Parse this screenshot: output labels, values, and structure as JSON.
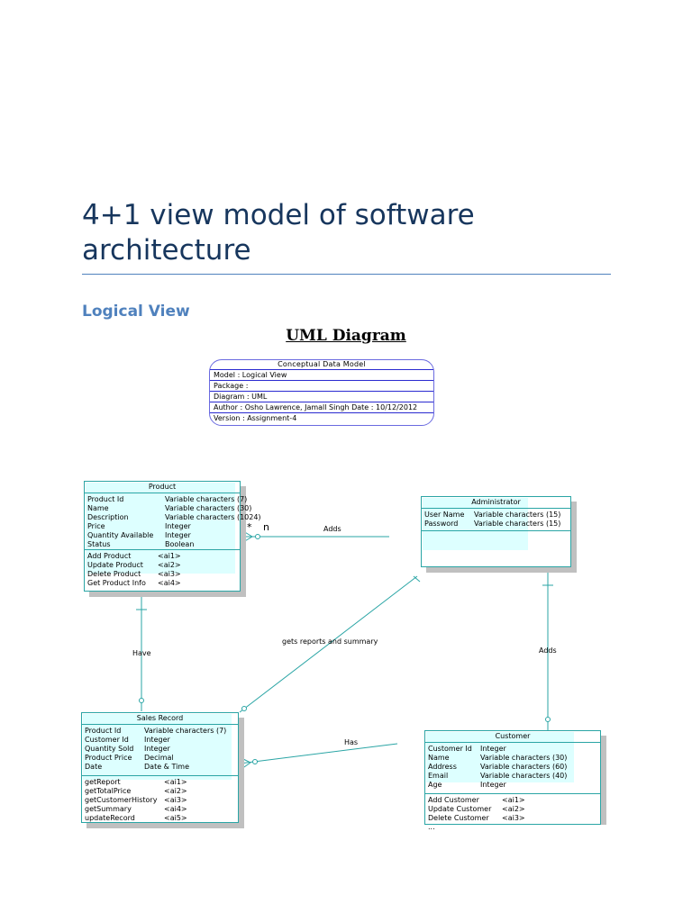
{
  "doc": {
    "title": "4+1 view model of software architecture",
    "section_heading": "Logical View",
    "diagram_caption": "UML Diagram"
  },
  "model_box": {
    "title": "Conceptual Data Model",
    "rows": [
      "Model : Logical View",
      "Package :",
      "Diagram : UML",
      "Author : Osho Lawrence, Jamall Singh    Date : 10/12/2012",
      "Version : Assignment-4"
    ]
  },
  "entities": {
    "product": {
      "name": "Product",
      "attributes": [
        {
          "name": "Product Id",
          "type": "Variable characters (7)"
        },
        {
          "name": "Name",
          "type": "Variable characters (30)"
        },
        {
          "name": "Description",
          "type": "Variable characters (1024)"
        },
        {
          "name": "Price",
          "type": "Integer"
        },
        {
          "name": "Quantity Available",
          "type": "Integer"
        },
        {
          "name": "Status",
          "type": "Boolean"
        }
      ],
      "operations": [
        {
          "name": "Add Product",
          "id": "<ai1>"
        },
        {
          "name": "Update Product",
          "id": "<ai2>"
        },
        {
          "name": "Delete Product",
          "id": "<ai3>"
        },
        {
          "name": "Get Product Info",
          "id": "<ai4>"
        }
      ]
    },
    "administrator": {
      "name": "Administrator",
      "attributes": [
        {
          "name": "User Name",
          "type": "Variable characters (15)"
        },
        {
          "name": "Password",
          "type": "Variable characters (15)"
        }
      ],
      "operations": []
    },
    "sales_record": {
      "name": "Sales Record",
      "attributes": [
        {
          "name": "Product Id",
          "type": "Variable characters (7)"
        },
        {
          "name": "Customer Id",
          "type": "Integer"
        },
        {
          "name": "Quantity Sold",
          "type": "Integer"
        },
        {
          "name": "Product Price",
          "type": "Decimal"
        },
        {
          "name": "Date",
          "type": "Date & Time"
        }
      ],
      "operations": [
        {
          "name": "getReport",
          "id": "<ai1>"
        },
        {
          "name": "getTotalPrice",
          "id": "<ai2>"
        },
        {
          "name": "getCustomerHistory",
          "id": "<ai3>"
        },
        {
          "name": "getSummary",
          "id": "<ai4>"
        },
        {
          "name": "updateRecord",
          "id": "<ai5>"
        }
      ]
    },
    "customer": {
      "name": "Customer",
      "attributes": [
        {
          "name": "Customer Id",
          "type": "Integer"
        },
        {
          "name": "Name",
          "type": "Variable characters (30)"
        },
        {
          "name": "Address",
          "type": "Variable characters (60)"
        },
        {
          "name": "Email",
          "type": "Variable characters (40)"
        },
        {
          "name": "Age",
          "type": "Integer"
        }
      ],
      "operations": [
        {
          "name": "Add Customer",
          "id": "<ai1>"
        },
        {
          "name": "Update Customer",
          "id": "<ai2>"
        },
        {
          "name": "Delete Customer",
          "id": "<ai3>"
        },
        {
          "name": "...",
          "id": ""
        }
      ]
    }
  },
  "relationships": {
    "product_admin": {
      "label": "Adds",
      "multiplicity_star": "*",
      "multiplicity_n": "n"
    },
    "admin_sales": {
      "label": "gets reports and summary"
    },
    "product_sales": {
      "label": "Have"
    },
    "sales_customer": {
      "label": "Has"
    },
    "admin_customer": {
      "label": "Adds"
    }
  },
  "colors": {
    "title": "#17365d",
    "heading": "#4f81bd",
    "entity_border": "#2aa5a5",
    "entity_tint": "#ddffff",
    "shadow": "#c0c0c0"
  }
}
